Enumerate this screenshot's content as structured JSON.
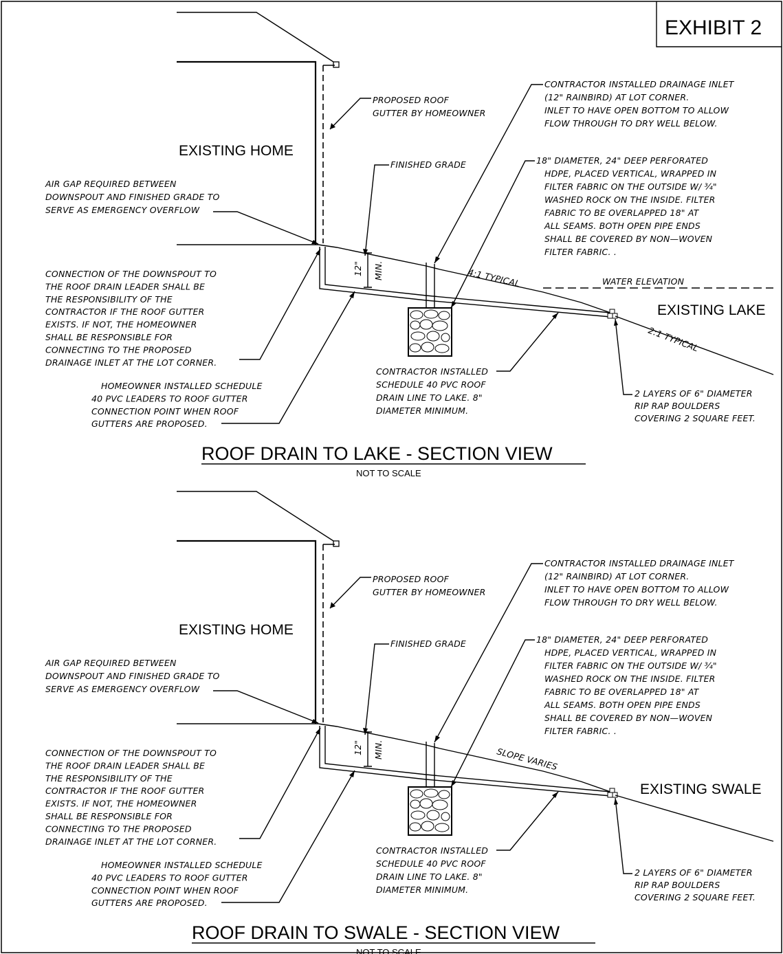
{
  "exhibit": "EXHIBIT 2",
  "colors": {
    "ink": "#000000",
    "paper": "#ffffff"
  },
  "sections": [
    {
      "home_label": "EXISTING HOME",
      "gutter_note": [
        "PROPOSED ROOF",
        "GUTTER BY HOMEOWNER"
      ],
      "air_gap_note": [
        "AIR GAP REQUIRED BETWEEN",
        "DOWNSPOUT AND FINISHED GRADE TO",
        "SERVE AS EMERGENCY OVERFLOW"
      ],
      "finished_grade": "FINISHED GRADE",
      "min_cover": [
        "12\"",
        "MIN."
      ],
      "inlet_note": [
        "CONTRACTOR INSTALLED DRAINAGE INLET",
        "(12\" RAINBIRD) AT LOT CORNER.",
        "INLET TO HAVE OPEN BOTTOM TO ALLOW",
        "FLOW THROUGH TO DRY WELL BELOW."
      ],
      "drywell_note": [
        "18\" DIAMETER, 24\" DEEP PERFORATED",
        "HDPE, PLACED VERTICAL, WRAPPED IN",
        "FILTER FABRIC ON THE OUTSIDE W/ ¾\"",
        "WASHED ROCK ON THE INSIDE. FILTER",
        "FABRIC TO BE OVERLAPPED 18\" AT",
        "ALL SEAMS. BOTH OPEN PIPE ENDS",
        "SHALL BE COVERED BY NON—WOVEN",
        "FILTER FABRIC. ."
      ],
      "slope_label": "4:1 TYPICAL",
      "water_label": "WATER ELEVATION",
      "receiving_label": "EXISTING LAKE",
      "bank_label": "2:1 TYPICAL",
      "connection_note": [
        "CONNECTION OF THE DOWNSPOUT TO",
        "THE ROOF DRAIN LEADER SHALL BE",
        "THE RESPONSIBILITY OF THE",
        "CONTRACTOR IF THE ROOF GUTTER",
        "EXISTS. IF NOT, THE HOMEOWNER",
        "SHALL BE RESPONSIBLE FOR",
        "CONNECTING TO THE PROPOSED",
        "DRAINAGE INLET AT THE LOT CORNER."
      ],
      "leader_note": [
        "HOMEOWNER INSTALLED SCHEDULE",
        "40 PVC LEADERS TO ROOF GUTTER",
        "CONNECTION POINT WHEN ROOF",
        "GUTTERS ARE PROPOSED."
      ],
      "drain_line_note": [
        "CONTRACTOR INSTALLED",
        "SCHEDULE 40 PVC ROOF",
        "DRAIN LINE TO LAKE. 8\"",
        "DIAMETER MINIMUM."
      ],
      "riprap_note": [
        "2 LAYERS OF 6\" DIAMETER",
        "RIP RAP BOULDERS",
        "COVERING 2 SQUARE FEET."
      ],
      "title": "ROOF DRAIN TO LAKE - SECTION VIEW",
      "scale": "NOT TO SCALE"
    },
    {
      "home_label": "EXISTING HOME",
      "gutter_note": [
        "PROPOSED ROOF",
        "GUTTER BY HOMEOWNER"
      ],
      "air_gap_note": [
        "AIR GAP REQUIRED BETWEEN",
        "DOWNSPOUT AND FINISHED GRADE TO",
        "SERVE AS EMERGENCY OVERFLOW"
      ],
      "finished_grade": "FINISHED GRADE",
      "min_cover": [
        "12\"",
        "MIN."
      ],
      "inlet_note": [
        "CONTRACTOR INSTALLED DRAINAGE INLET",
        "(12\" RAINBIRD) AT LOT CORNER.",
        "INLET TO HAVE OPEN BOTTOM TO ALLOW",
        "FLOW THROUGH TO DRY WELL BELOW."
      ],
      "drywell_note": [
        "18\" DIAMETER, 24\" DEEP PERFORATED",
        "HDPE, PLACED VERTICAL, WRAPPED IN",
        "FILTER FABRIC ON THE OUTSIDE W/ ¾\"",
        "WASHED ROCK ON THE INSIDE. FILTER",
        "FABRIC TO BE OVERLAPPED 18\" AT",
        "ALL SEAMS. BOTH OPEN PIPE ENDS",
        "SHALL BE COVERED BY NON—WOVEN",
        "FILTER FABRIC. ."
      ],
      "slope_label": "SLOPE VARIES",
      "receiving_label": "EXISTING SWALE",
      "connection_note": [
        "CONNECTION OF THE DOWNSPOUT TO",
        "THE ROOF DRAIN LEADER SHALL BE",
        "THE RESPONSIBILITY OF THE",
        "CONTRACTOR IF THE ROOF GUTTER",
        "EXISTS. IF NOT, THE HOMEOWNER",
        "SHALL BE RESPONSIBLE FOR",
        "CONNECTING TO THE PROPOSED",
        "DRAINAGE INLET AT THE LOT CORNER."
      ],
      "leader_note": [
        "HOMEOWNER INSTALLED SCHEDULE",
        "40 PVC LEADERS TO ROOF GUTTER",
        "CONNECTION POINT WHEN ROOF",
        "GUTTERS ARE PROPOSED."
      ],
      "drain_line_note": [
        "CONTRACTOR INSTALLED",
        "SCHEDULE 40 PVC ROOF",
        "DRAIN LINE TO LAKE. 8\"",
        "DIAMETER MINIMUM."
      ],
      "riprap_note": [
        "2 LAYERS OF 6\" DIAMETER",
        "RIP RAP BOULDERS",
        "COVERING 2 SQUARE FEET."
      ],
      "title": "ROOF DRAIN TO SWALE - SECTION VIEW",
      "scale": "NOT TO SCALE"
    }
  ]
}
